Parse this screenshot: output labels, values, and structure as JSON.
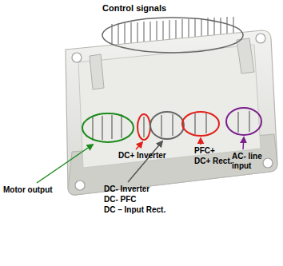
{
  "diagram": {
    "labels": [
      "Control signals",
      "Motor output",
      "DC+ Inverter",
      "DC- Inverter",
      "DC- PFC",
      "DC – Input Rect.",
      "PFC+",
      "DC+ Rect.",
      "AC- line input"
    ]
  }
}
